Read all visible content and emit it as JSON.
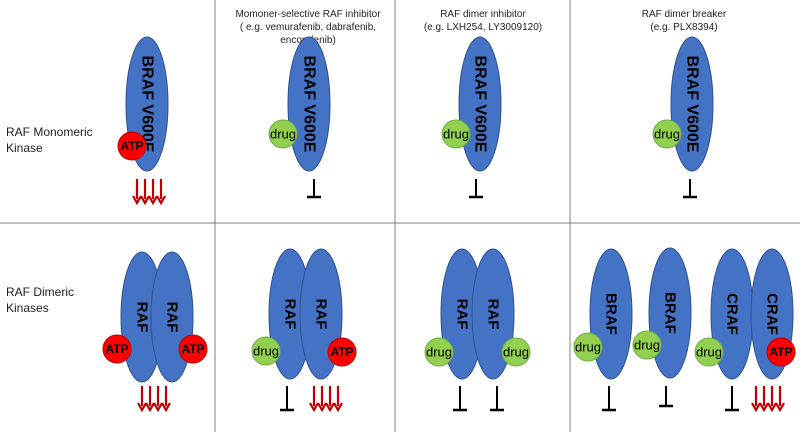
{
  "columns": [
    {
      "title": "",
      "subtitle": ""
    },
    {
      "title": "Momoner-selective RAF inhibitor",
      "subtitle": "( e.g. vemurafenib, dabrafenib, encorafenib)"
    },
    {
      "title": "RAF dimer inhibitor",
      "subtitle": "(e.g. LXH254, LY3009120)"
    },
    {
      "title": "RAF dimer breaker",
      "subtitle": "(e.g. PLX8394)"
    }
  ],
  "rows": [
    {
      "label_line1": "RAF Monomeric",
      "label_line2": "Kinase"
    },
    {
      "label_line1": "RAF Dimeric",
      "label_line2": "Kinases"
    }
  ],
  "labels": {
    "braf_v600e": "BRAF V600E",
    "raf": "RAF",
    "braf": "BRAF",
    "craf": "CRAF",
    "atp": "ATP",
    "drug": "drug"
  },
  "colors": {
    "kinase_fill": "#4472c4",
    "kinase_stroke": "#2f528f",
    "atp_fill": "#ff0000",
    "atp_stroke": "#c00000",
    "drug_fill": "#92d050",
    "drug_stroke": "#70ad47",
    "arrow": "#c00000",
    "inhibit": "#000000",
    "grid": "#7f7f7f"
  }
}
